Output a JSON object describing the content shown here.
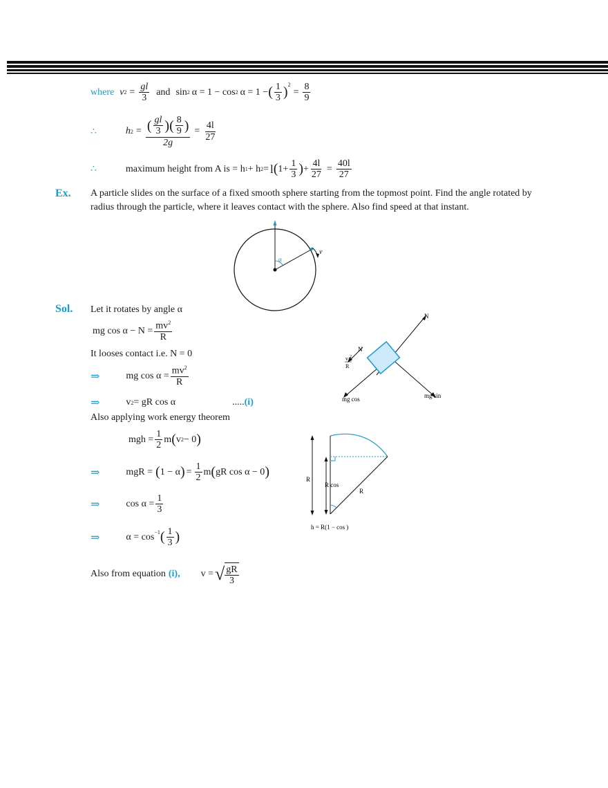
{
  "ex_label": "Ex.",
  "sol_label": "Sol.",
  "top": {
    "where": "where",
    "v2": "v",
    "v2_sub": "2",
    "v2_num": "gl",
    "v2_den": "3",
    "and": "and",
    "sin": "sin",
    "sin_tail": "α = 1 − cos",
    "sin_tail2": "α = 1 −",
    "one": "1",
    "three": "3",
    "sq": "2",
    "eight": "8",
    "nine": "9",
    "therefore": "∴",
    "h2": "h",
    "h2_sub": "2",
    "h2_num_a": "gl",
    "h2_num_b": "3",
    "h2_num_c": "8",
    "h2_num_d": "9",
    "h2_den": "2g",
    "r_num": "4l",
    "r_den": "27",
    "maxh_text": "maximum height from A is = h",
    "h1_sub": "1",
    "plus": " + h",
    "plus_sub": "2",
    "eq": " = ",
    "l_big": "l",
    "one_plus": "1+",
    "f_num": "1",
    "f_den": "3",
    "p_num": "4l",
    "p_den": "27",
    "res_num": "40l",
    "res_den": "27"
  },
  "ex_text": "A particle slides on the surface of a fixed smooth sphere starting from the topmost point. Find the angle rotated by radius through the particle, where it leaves contact with the sphere. Also find speed at that instant.",
  "sol": {
    "line1": "Let it rotates by angle α",
    "eq1_left": "mg cos α − N =",
    "mv2": "mv",
    "R": "R",
    "sq": "2",
    "line2": "It looses contact i.e. N = 0",
    "implies": "⇒",
    "eq2_left": "mg cos α =",
    "eq3": "v",
    "eq3_tail": " = gR cos α",
    "eq3_ref_dots": ".....",
    "eq3_ref": "(i)",
    "line3": "Also applying work energy theorem",
    "eq4_left": "mgh =",
    "half_num": "1",
    "half_den": "2",
    "eq4_m": "m",
    "eq4_paren": "v",
    "eq4_paren_tail": " − 0",
    "eq5_left": "mgR =",
    "eq5_paren": "1 − α",
    "eq5_eq": "=",
    "eq5_paren2": "gR cos α − 0",
    "eq6_left": "cos α =",
    "third_num": "1",
    "third_den": "3",
    "eq7_left": "α = cos",
    "inv": "−1",
    "final_text": "Also from equation",
    "final_ref": "(i),",
    "final_v": "v =",
    "sqrt_num": "gR",
    "sqrt_den": "3"
  },
  "fig1": {
    "alpha": "α",
    "v": "v"
  },
  "fig2": {
    "N_top": "N",
    "N": "N",
    "v2": "v",
    "sq": "2",
    "R": "R",
    "mgcos": "mg cos",
    "mgsin": "mg sin"
  },
  "fig3": {
    "R_left": "R",
    "Rcos": "R cos",
    "R_diag": "R",
    "h_eq": "h = R(1 − cos   )"
  }
}
